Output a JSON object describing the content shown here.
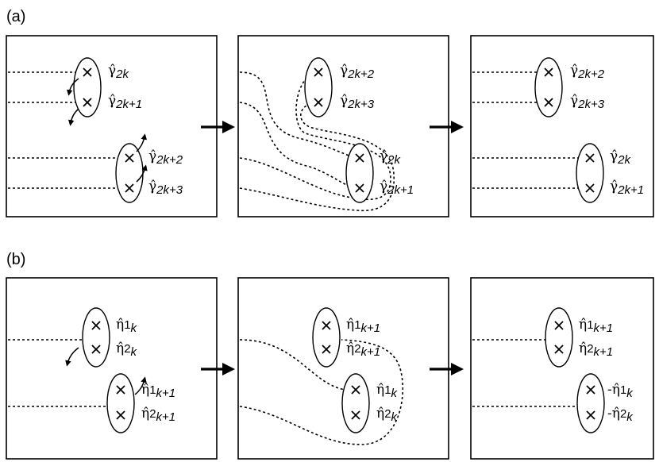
{
  "panels": {
    "a": {
      "label": "(a)"
    },
    "b": {
      "label": "(b)"
    }
  },
  "labels": {
    "a1": [
      "γ̂",
      "2k",
      "γ̂",
      "2k+1",
      "γ̂",
      "2k+2",
      "γ̂",
      "2k+3"
    ],
    "a2": [
      "γ̂",
      "2k+2",
      "γ̂",
      "2k+3",
      "γ̂",
      "2k",
      "γ̂",
      "2k+1"
    ],
    "a3": [
      "γ̂",
      "2k+2",
      "γ̂",
      "2k+3",
      "γ̂",
      "2k",
      "γ̂",
      "2k+1"
    ],
    "b1": [
      "η̂",
      "1",
      "k",
      "η̂",
      "2",
      "k",
      "η̂",
      "1",
      "k+1",
      "η̂",
      "2",
      "k+1"
    ],
    "b2": [
      "η̂",
      "1",
      "k+1",
      "η̂",
      "2",
      "k+1",
      "η̂",
      "1",
      "k",
      "η̂",
      "2",
      "k"
    ],
    "b3": [
      "η̂",
      "1",
      "k+1",
      "η̂",
      "2",
      "k+1",
      "-η̂",
      "1",
      "k",
      "-η̂",
      "2",
      "k"
    ]
  },
  "icons": {
    "transition": "right-arrow-icon",
    "exchange": "curved-arrow-icon",
    "anyon": "cross-icon"
  }
}
